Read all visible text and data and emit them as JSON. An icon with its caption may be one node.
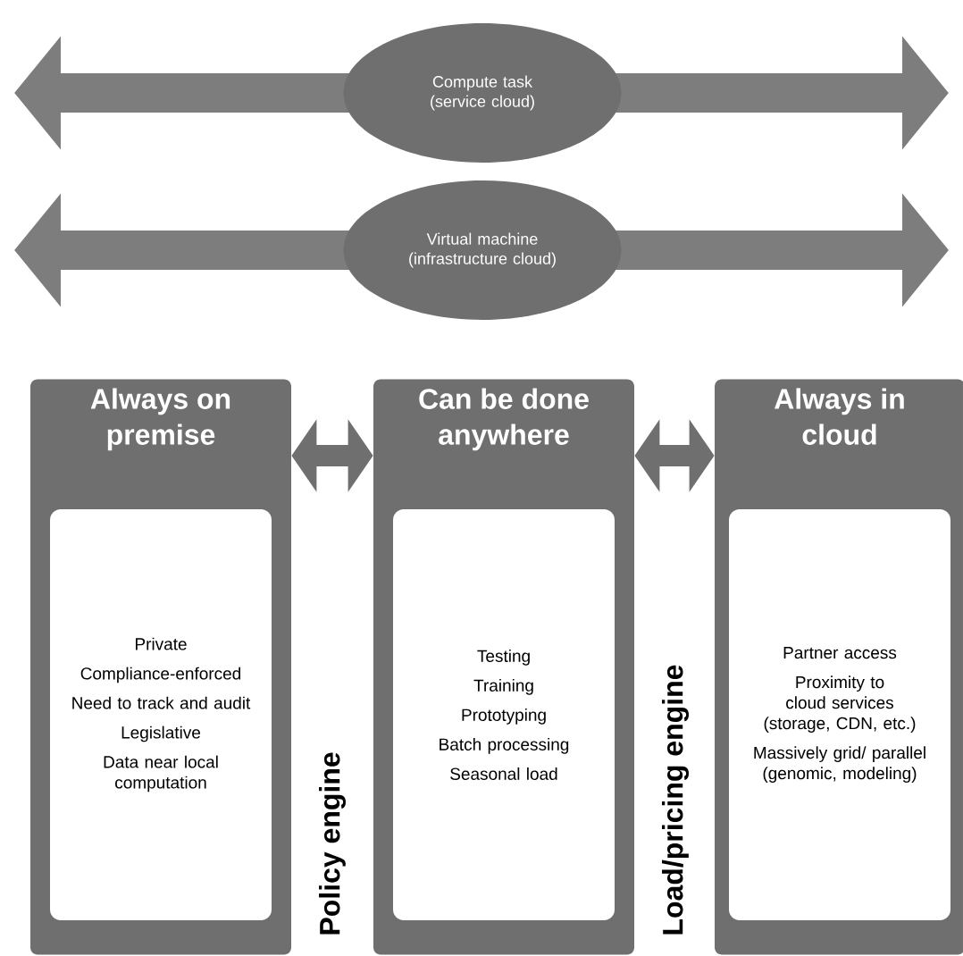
{
  "diagram": {
    "nodes": [
      {
        "text": [
          "Compute task (service cloud)"
        ]
      },
      {
        "text": [
          "Virtual machine (infrastructure cloud)"
        ]
      },
      {
        "text": [
          "Always on premise"
        ]
      },
      {
        "text": [
          "Private",
          "Compliance-enforced",
          "Need to track and audit",
          "Legislative",
          "Data near local computation"
        ],
        "in": 2
      },
      {
        "text": [
          "Can be done anywhere"
        ]
      },
      {
        "text": [
          "Testing",
          "Training",
          "Prototyping",
          "Batch processing",
          "Seasonal load"
        ],
        "in": 4
      },
      {
        "text": [
          "Always in cloud"
        ]
      },
      {
        "text": [
          "Partner access",
          "Proximity to cloud services (storage, CDN, etc.)",
          "Massively grid/ parallel (genomic, modeling)"
        ],
        "in": 6
      }
    ],
    "edges": [
      {
        "from": 2,
        "to": 4,
        "arrow": "both"
      },
      {
        "from": 4,
        "to": 6,
        "arrow": "both"
      }
    ],
    "labels": [
      "Policy engine",
      "Load/pricing engine"
    ]
  }
}
